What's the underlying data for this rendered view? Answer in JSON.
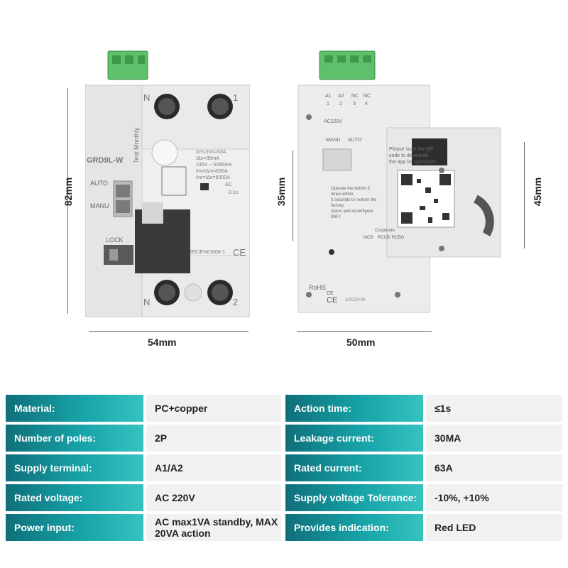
{
  "dimensions": {
    "left_height": "82mm",
    "left_width": "54mm",
    "right_left_height": "35mm",
    "right_right_height": "45mm",
    "right_width": "50mm"
  },
  "front_device": {
    "model": "GRD9L-W",
    "auto_label": "AUTO",
    "manu_label": "MANU",
    "lock_label": "LOCK",
    "test_label": "Test Monthly",
    "terminal_n_top": "N",
    "terminal_1": "1",
    "terminal_n_bottom": "N",
    "terminal_2": "2",
    "rating_line1": "GYL9    In=63A",
    "rating_line2": "IΔn=30mA",
    "rating_line3": "230V ~ 50/60Hz",
    "rating_line4": "Im=IΔm=630A",
    "rating_line5": "Inc=IΔc=6000A",
    "ac_label": "AC",
    "time_label": "0.1s",
    "standard": "IEC/EN61008-1",
    "ce_mark": "CE"
  },
  "side_device": {
    "a1": "A1",
    "a2": "A2",
    "nc1": "NC",
    "nc2": "NC",
    "term1": "1",
    "term2": "2",
    "term3": "3",
    "term4": "4",
    "supply": "AC220V",
    "manu": "MANU",
    "auto": "AUTO",
    "qr_text1": "Please scan the QR code to download",
    "qr_text2": "the app for operation!",
    "op_text1": "Operate the button 5 times within",
    "op_text2": "5 seconds to restore the factory",
    "op_text3": "status and reconfigure WiFi!",
    "cooperate": "Cooperate",
    "mcb": "MCB",
    "rccb": "RCCB",
    "rcbo": "RCBO",
    "rohs": "RoHS",
    "ce_mark": "CE",
    "date_code": "3202DY03"
  },
  "specs": [
    {
      "label": "Material:",
      "value": "PC+copper",
      "label2": "Action time:",
      "value2": "≤1s"
    },
    {
      "label": "Number of poles:",
      "value": "2P",
      "label2": "Leakage current:",
      "value2": "30MA"
    },
    {
      "label": "Supply terminal:",
      "value": "A1/A2",
      "label2": "Rated current:",
      "value2": "63A"
    },
    {
      "label": "Rated voltage:",
      "value": "AC 220V",
      "label2": "Supply voltage Tolerance:",
      "value2": "-10%, +10%"
    },
    {
      "label": "Power input:",
      "value": "AC max1VA standby, MAX 20VA action",
      "label2": "Provides indication:",
      "value2": "Red LED"
    }
  ]
}
